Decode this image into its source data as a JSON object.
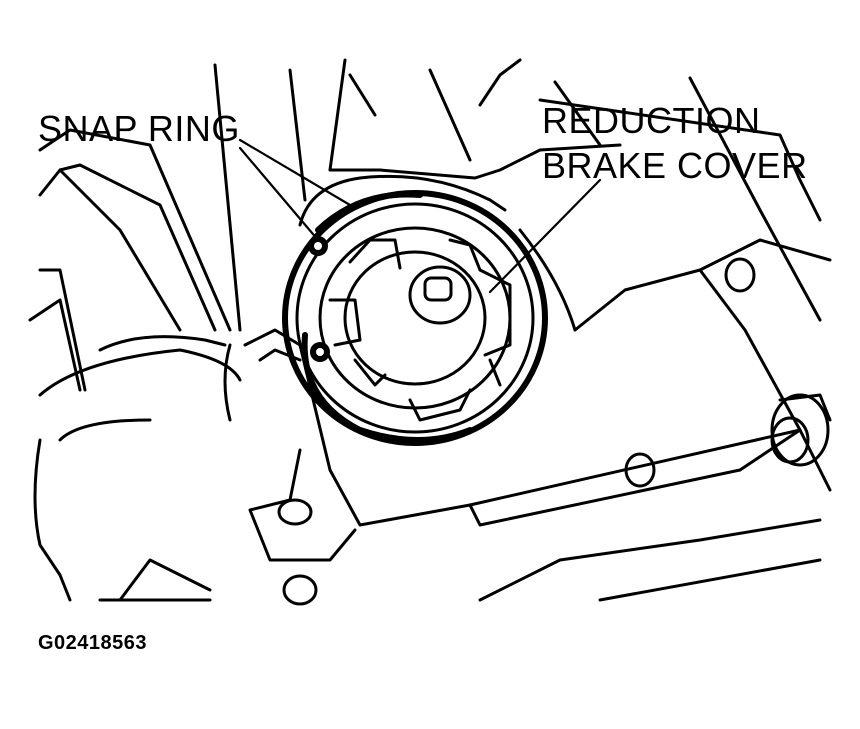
{
  "labels": {
    "snap_ring": "SNAP RING",
    "reduction_brake_cover_line1": "REDUCTION",
    "reduction_brake_cover_line2": "BRAKE COVER"
  },
  "figure_id": "G02418563"
}
